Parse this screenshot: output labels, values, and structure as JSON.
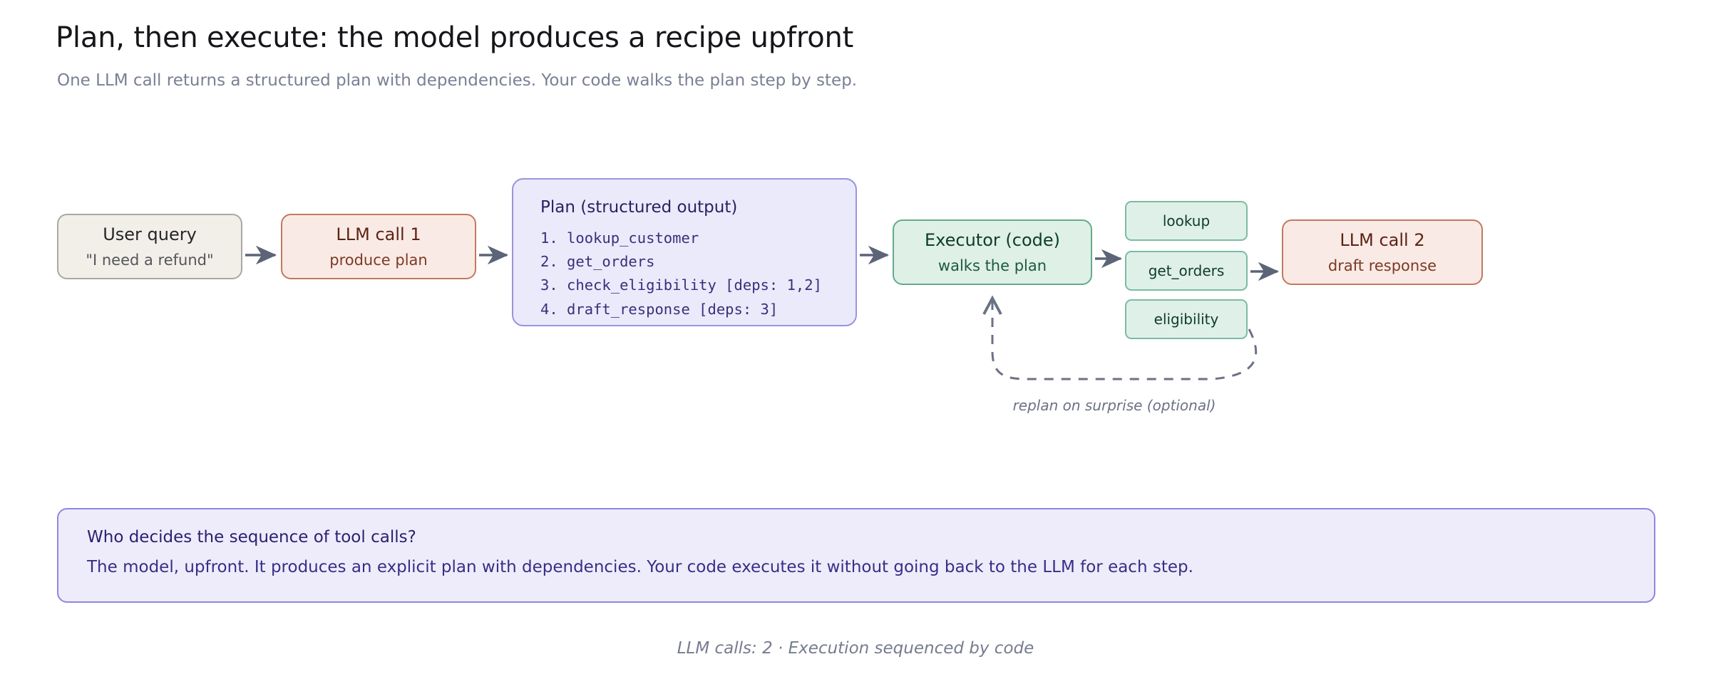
{
  "header": {
    "title": "Plan, then execute: the model produces a recipe upfront",
    "subtitle": "One LLM call returns a structured plan with dependencies. Your code walks the plan step by step."
  },
  "diagram": {
    "nodes": {
      "user_query": {
        "title": "User query",
        "subtitle": "\"I need a refund\"",
        "fill": "#f1efe8",
        "stroke": "#a8a8a4"
      },
      "llm_call_1": {
        "title": "LLM call 1",
        "subtitle": "produce plan",
        "fill": "#faeae5",
        "stroke": "#c07a5e"
      },
      "plan": {
        "heading": "Plan (structured output)",
        "steps": [
          "1. lookup_customer",
          "2. get_orders",
          "3. check_eligibility [deps: 1,2]",
          "4. draft_response [deps: 3]"
        ],
        "fill": "#eaeafb",
        "stroke": "#9a93dd"
      },
      "executor": {
        "title": "Executor (code)",
        "subtitle": "walks the plan",
        "fill": "#dff0e7",
        "stroke": "#63ab8c"
      },
      "llm_call_2": {
        "title": "LLM call 2",
        "subtitle": "draft response",
        "fill": "#faeae5",
        "stroke": "#c07a5e"
      }
    },
    "tools": [
      {
        "label": "lookup"
      },
      {
        "label": "get_orders"
      },
      {
        "label": "eligibility"
      }
    ],
    "edges": {
      "replan_label": "replan on surprise (optional)",
      "arrow_color": "#5c6478",
      "dashed_color": "#6b7285"
    }
  },
  "callout": {
    "question": "Who decides the sequence of tool calls?",
    "answer": "The model, upfront. It produces an explicit plan with dependencies. Your code executes it without going back to the LLM for each step.",
    "fill": "#eeecfb",
    "stroke": "#8e88dc"
  },
  "footer": {
    "note": "LLM calls: 2 · Execution sequenced by code"
  }
}
